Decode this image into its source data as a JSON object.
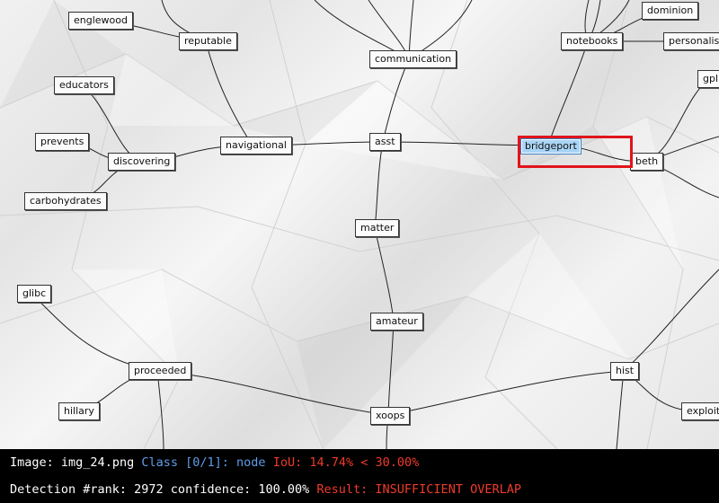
{
  "diagram": {
    "nodes": [
      {
        "id": "englewood",
        "label": "englewood"
      },
      {
        "id": "reputable",
        "label": "reputable"
      },
      {
        "id": "communication",
        "label": "communication"
      },
      {
        "id": "notebooks",
        "label": "notebooks"
      },
      {
        "id": "dominion",
        "label": "dominion"
      },
      {
        "id": "personalise",
        "label": "personalise"
      },
      {
        "id": "gpl",
        "label": "gpl"
      },
      {
        "id": "educators",
        "label": "educators"
      },
      {
        "id": "prevents",
        "label": "prevents"
      },
      {
        "id": "discovering",
        "label": "discovering"
      },
      {
        "id": "carbohydrates",
        "label": "carbohydrates"
      },
      {
        "id": "navigational",
        "label": "navigational"
      },
      {
        "id": "asst",
        "label": "asst"
      },
      {
        "id": "bridgeport",
        "label": "bridgeport",
        "selected": true
      },
      {
        "id": "beth",
        "label": "beth"
      },
      {
        "id": "matter",
        "label": "matter"
      },
      {
        "id": "amateur",
        "label": "amateur"
      },
      {
        "id": "glibc",
        "label": "glibc"
      },
      {
        "id": "proceeded",
        "label": "proceeded"
      },
      {
        "id": "hist",
        "label": "hist"
      },
      {
        "id": "hillary",
        "label": "hillary"
      },
      {
        "id": "xoops",
        "label": "xoops"
      },
      {
        "id": "exploita",
        "label": "exploita"
      }
    ],
    "edges": [
      [
        "englewood",
        "reputable"
      ],
      [
        "reputable",
        "navigational"
      ],
      [
        "communication",
        "asst"
      ],
      [
        "notebooks",
        "bridgeport"
      ],
      [
        "notebooks",
        "dominion"
      ],
      [
        "notebooks",
        "personalise"
      ],
      [
        "educators",
        "discovering"
      ],
      [
        "prevents",
        "discovering"
      ],
      [
        "carbohydrates",
        "discovering"
      ],
      [
        "discovering",
        "navigational"
      ],
      [
        "navigational",
        "asst"
      ],
      [
        "asst",
        "bridgeport"
      ],
      [
        "bridgeport",
        "beth"
      ],
      [
        "beth",
        "gpl"
      ],
      [
        "asst",
        "matter"
      ],
      [
        "matter",
        "amateur"
      ],
      [
        "amateur",
        "xoops"
      ],
      [
        "glibc",
        "proceeded"
      ],
      [
        "hillary",
        "proceeded"
      ],
      [
        "proceeded",
        "xoops"
      ],
      [
        "xoops",
        "hist"
      ],
      [
        "hist",
        "exploita"
      ]
    ]
  },
  "detection_overlay": {
    "color": "#e0151b"
  },
  "hud": {
    "image_label": "Image:",
    "image_name": "img_24.png",
    "class_label": "Class [0/1]:",
    "class_name": "node",
    "iou_text": "IoU: 14.74% < 30.00%",
    "detection_text": "Detection #rank: 2972 confidence: 100.00%",
    "result_text": "Result: INSUFFICIENT OVERLAP"
  }
}
